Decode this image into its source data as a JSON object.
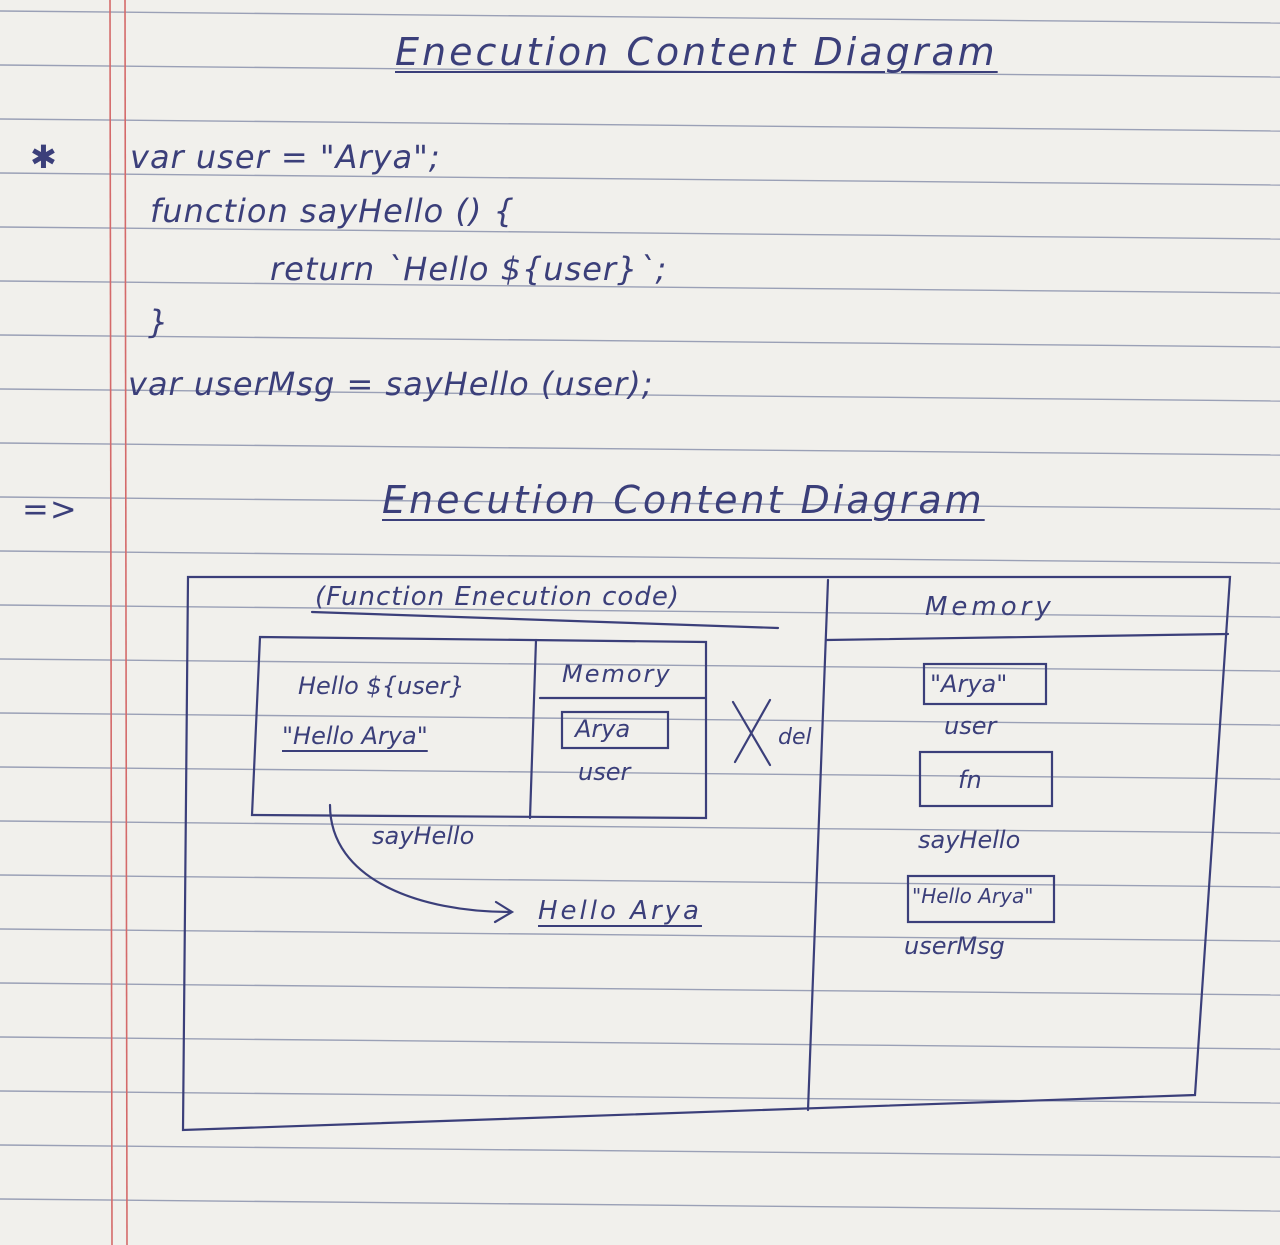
{
  "header": {
    "title": "Enecution Content Diagram"
  },
  "code": {
    "bullet": "✱",
    "line1": "var user = \"Arya\";",
    "line2": "function sayHello () {",
    "line3": "return `Hello ${user}`;",
    "line4": "}",
    "line5": "var userMsg = sayHello (user);"
  },
  "diagram": {
    "arrow": "=>",
    "title": "Enecution Content Diagram",
    "left_heading": "(Function Enecution code)",
    "right_heading": "Memory",
    "inner": {
      "code_line1": "Hello ${user}",
      "code_line2": "\"Hello Arya\"",
      "memory_heading": "Memory",
      "memory_value": "Arya",
      "memory_var": "user",
      "caption": "sayHello"
    },
    "deleted_mark": "X",
    "deleted_label": "del",
    "result": "Hello Arya",
    "memory": [
      {
        "value": "\"Arya\"",
        "name": "user"
      },
      {
        "value": "fn",
        "name": "sayHello"
      },
      {
        "value": "\"Hello Arya\"",
        "name": "userMsg"
      }
    ]
  },
  "colors": {
    "ink": "#3b3f7a",
    "rule": "#9aa0b6",
    "margin": "#d46a6a",
    "paper": "#f1f0ec"
  }
}
